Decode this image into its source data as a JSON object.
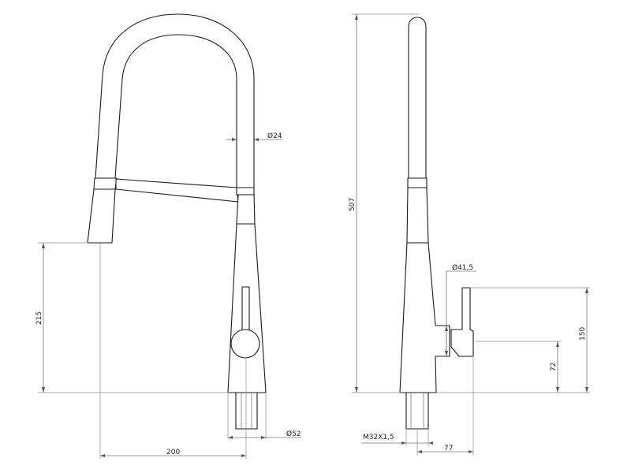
{
  "drawing": {
    "front_view": {
      "spout_diameter": "Ø24",
      "body_diameter": "Ø52",
      "outlet_height": "215",
      "spout_reach": "200"
    },
    "side_view": {
      "total_height": "507",
      "lever_diameter": "Ø41,5",
      "lever_height": "150",
      "handle_pivot_height": "72",
      "thread": "M32X1,5",
      "lever_offset": "77"
    }
  }
}
